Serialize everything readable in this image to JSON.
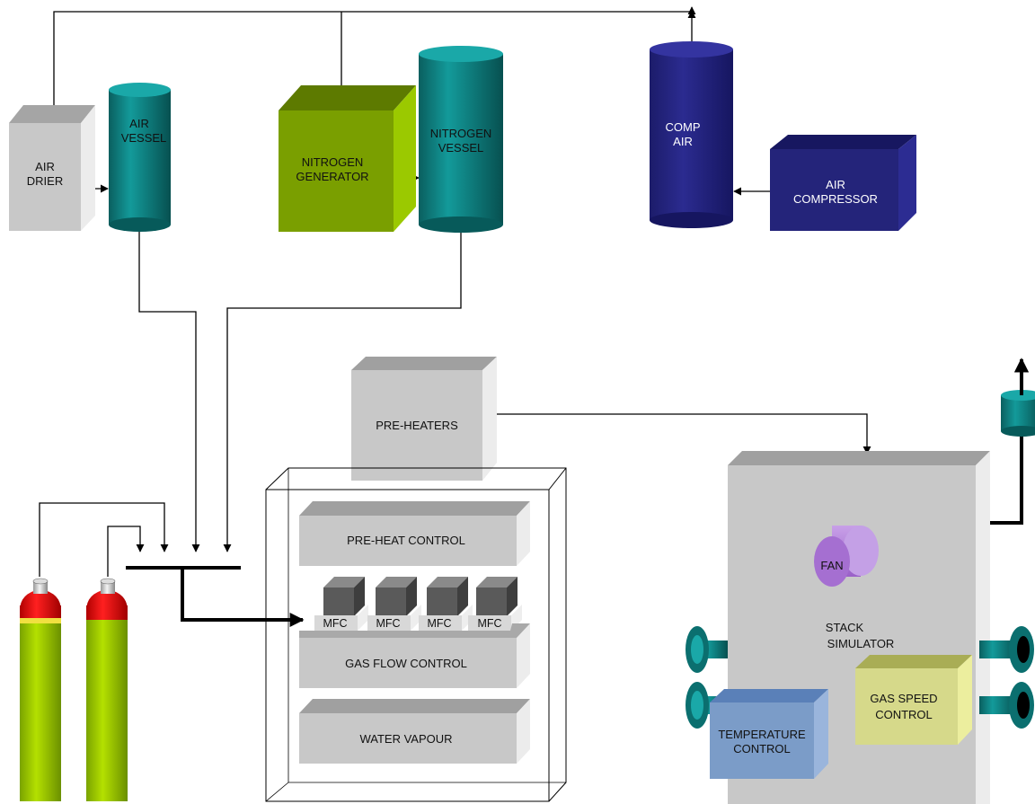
{
  "labels": {
    "air_drier": [
      "AIR",
      "DRIER"
    ],
    "air_vessel": [
      "AIR",
      "VESSEL"
    ],
    "nitrogen_generator": [
      "NITROGEN",
      "GENERATOR"
    ],
    "nitrogen_vessel": [
      "NITROGEN",
      "VESSEL"
    ],
    "comp_air": [
      "COMP",
      "AIR"
    ],
    "air_compressor": [
      "AIR",
      "COMPRESSOR"
    ],
    "pre_heaters": "PRE-HEATERS",
    "pre_heat_control": "PRE-HEAT CONTROL",
    "mfc": [
      "MFC",
      "MFC",
      "MFC",
      "MFC"
    ],
    "gas_flow_control": "GAS FLOW CONTROL",
    "water_vapour": "WATER VAPOUR",
    "fan": "FAN",
    "stack_simulator": [
      "STACK",
      "SIMULATOR"
    ],
    "gas_speed_control": [
      "GAS SPEED",
      "CONTROL"
    ],
    "temperature_control": [
      "TEMPERATURE",
      "CONTROL"
    ]
  },
  "colors": {
    "grey_box": "#c8c8c8",
    "teal_vessel": "#0d7f7f",
    "green_box": "#7a9f00",
    "navy_box": "#24247a",
    "fan": "#a86fd0",
    "yellow_box": "#d6d98a",
    "blue_box": "#7b9cc8",
    "cylinder_green": "#9acc00",
    "cylinder_red": "#e01010"
  }
}
